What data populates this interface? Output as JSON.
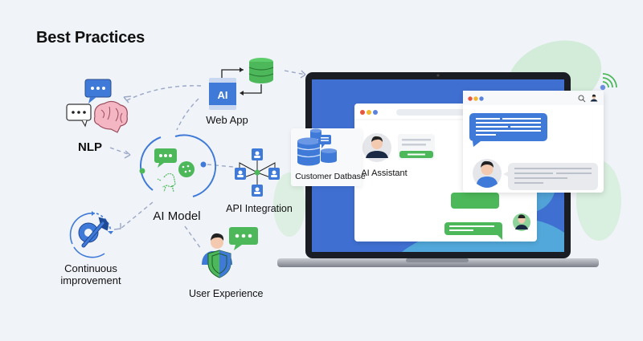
{
  "title": "Best Practices",
  "nodes": {
    "nlp": {
      "label": "NLP",
      "icon": "brain-chat-icon"
    },
    "web_app": {
      "label": "Web App",
      "badge": "AI",
      "icon": "web-app-database-icon"
    },
    "ai_model": {
      "label": "AI Model",
      "icon": "ai-model-icon"
    },
    "api_integration": {
      "label": "API Integration",
      "icon": "network-users-icon"
    },
    "continuous_improvement": {
      "label_line1": "Continuous",
      "label_line2": "improvement",
      "icon": "gear-wrench-cycle-icon"
    },
    "user_experience": {
      "label": "User Experience",
      "icon": "user-shield-icon"
    }
  },
  "laptop": {
    "customer_database": {
      "label": "Customer Datbase"
    },
    "ai_assistant": {
      "label": "AI Assistant"
    }
  },
  "colors": {
    "background": "#f0f3f8",
    "blue": "#3f7ad8",
    "green": "#4cb85a",
    "light_green": "#cfe9d6",
    "dark": "#1b1d24"
  }
}
